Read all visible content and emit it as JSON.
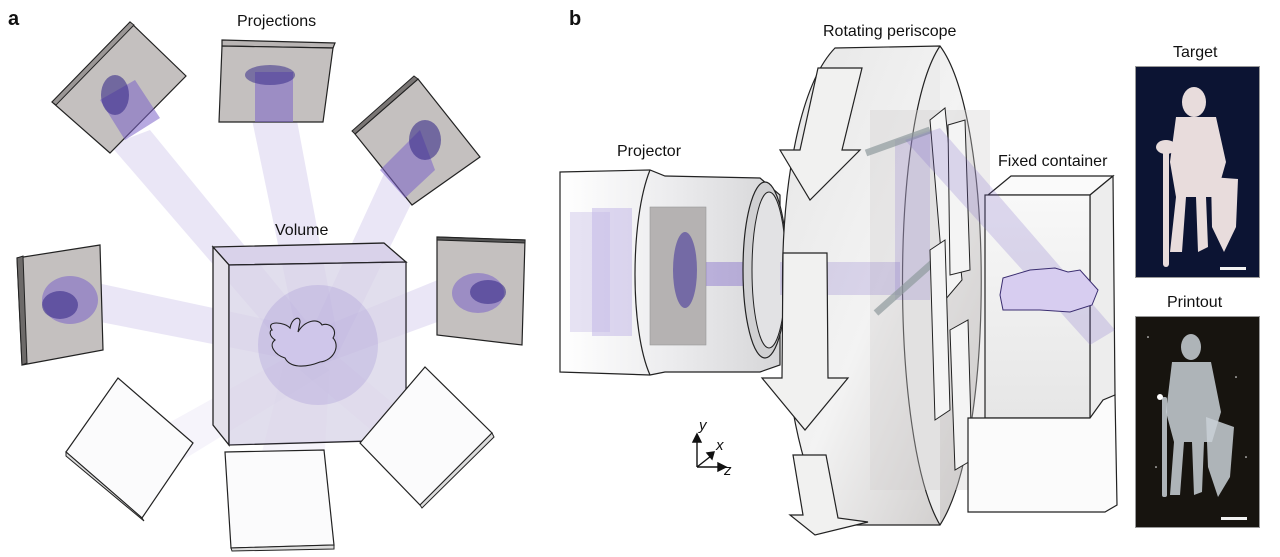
{
  "panel_a": {
    "letter": "a",
    "labels": {
      "projections": "Projections",
      "volume": "Volume"
    }
  },
  "panel_b": {
    "letter": "b",
    "labels": {
      "projector": "Projector",
      "rotating_periscope": "Rotating periscope",
      "fixed_container": "Fixed container"
    },
    "axes": {
      "y": "y",
      "x": "x",
      "z": "z"
    }
  },
  "photos": {
    "target": {
      "title": "Target"
    },
    "printout": {
      "title": "Printout"
    }
  },
  "colors": {
    "beam": "#7b62c9",
    "projection_plate": "#c4c0bf",
    "target_bg": "#0c1433",
    "printout_bg": "#17140f"
  }
}
